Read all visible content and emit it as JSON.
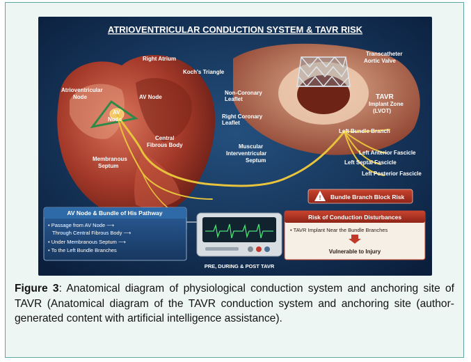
{
  "figure": {
    "title": "ATRIOVENTRICULAR CONDUCTION SYSTEM & TAVR RISK",
    "labels": {
      "right_atrium": "Right Atrium",
      "kochs_triangle": "Koch's Triangle",
      "av_node_top": "AV Node",
      "atrioventricular_node_1": "Atrioventricular",
      "atrioventricular_node_2": "Node",
      "av_node_inner_1": "AV",
      "av_node_inner_2": "Node",
      "central_fibrous_body_1": "Central",
      "central_fibrous_body_2": "Fibrous Body",
      "membranous_septum_1": "Membranous",
      "membranous_septum_2": "Septum",
      "transcatheter_1": "Transcatheter",
      "transcatheter_2": "Aortic Valve",
      "non_coronary_1": "Non-Coronary",
      "non_coronary_2": "Leaflet",
      "right_coronary_1": "Right Coronary",
      "right_coronary_2": "Leaflet",
      "tavr_1": "TAVR",
      "tavr_2": "Implant Zone",
      "tavr_3": "(LVOT)",
      "left_bundle_branch": "Left Bundle Branch",
      "muscular_1": "Muscular",
      "muscular_2": "Interventricular",
      "muscular_3": "Septum",
      "left_anterior": "Left Anterior Fascicle",
      "left_septal": "Left Septal Fascicle",
      "left_posterior": "Left Posterior Fascicle",
      "bundle_branch_block": "Bundle Branch Block Risk"
    },
    "pathway_box": {
      "title": "AV Node & Bundle of His Pathway",
      "line1": "• Passage from AV Node ⟶",
      "line2": "Through Central Fibrous Body ⟶",
      "line3": "• Under Membranous Septum ⟶",
      "line4": "• To the Left Bundle Branches"
    },
    "risk_box": {
      "title": "Risk of Conduction Disturbances",
      "line1": "• TAVR Implant Near the Bundle Branches",
      "line2": "Vulnerable to Injury"
    },
    "monitor_caption": "PRE, DURING & POST TAVR",
    "colors": {
      "background": "#0f2a4d",
      "pathway": "#e8c33c",
      "risk_red": "#c0392b",
      "panel_blue": "#1f4e86"
    }
  },
  "caption": {
    "label": "Figure 3",
    "text": ": Anatomical diagram of physiological conduction system and anchoring site of TAVR (Anatomical diagram of the TAVR conduction system and anchoring site (author-generated content with artificial intelligence assistance)."
  }
}
